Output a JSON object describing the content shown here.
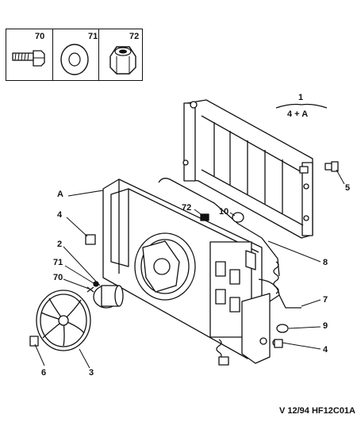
{
  "legend": {
    "items": [
      {
        "number": "70",
        "icon": "bolt-icon"
      },
      {
        "number": "71",
        "icon": "washer-icon"
      },
      {
        "number": "72",
        "icon": "nut-icon"
      }
    ]
  },
  "group_label": {
    "top": "1",
    "bottom": "4 + A"
  },
  "callouts": {
    "c_A": "A",
    "c_4a": "4",
    "c_2": "2",
    "c_71": "71",
    "c_70": "70",
    "c_6": "6",
    "c_3": "3",
    "c_72": "72",
    "c_10": "10",
    "c_5": "5",
    "c_8": "8",
    "c_7": "7",
    "c_9": "9",
    "c_4b": "4"
  },
  "footer": {
    "code": "V 12/94 HF12C01A"
  }
}
